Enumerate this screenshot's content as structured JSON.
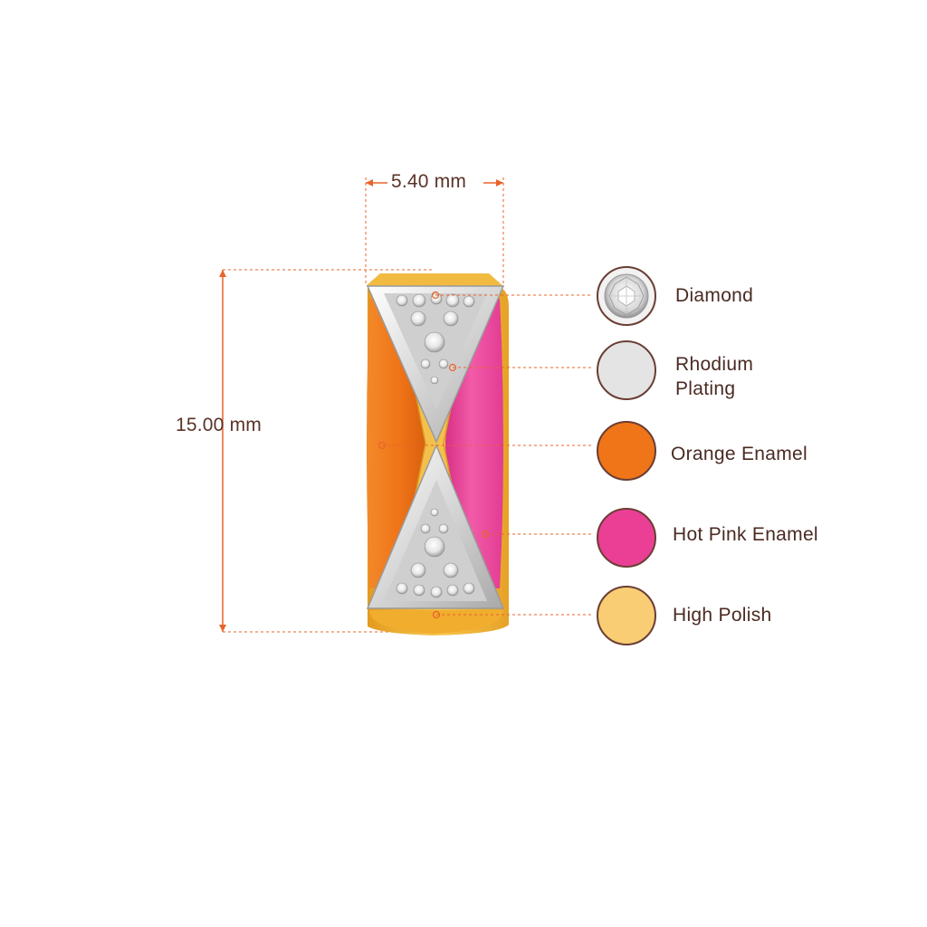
{
  "dimensions": {
    "width_label": "5.40 mm",
    "height_label": "15.00 mm"
  },
  "legend": {
    "items": [
      {
        "label": "Diamond",
        "color": "#f2f2f2",
        "icon": "diamond-swatch-icon"
      },
      {
        "label": "Rhodium Plating",
        "color": "#e4e4e4",
        "icon": "rhodium-swatch-icon"
      },
      {
        "label": "Orange Enamel",
        "color": "#f07418",
        "icon": "orange-enamel-swatch-icon"
      },
      {
        "label": "Hot Pink Enamel",
        "color": "#eb3f96",
        "icon": "pink-enamel-swatch-icon"
      },
      {
        "label": "High Polish",
        "color": "#f9cd73",
        "icon": "gold-swatch-icon"
      }
    ]
  },
  "colors": {
    "leader_line": "#e8642a",
    "swatch_border": "#6a3e34",
    "gold": "#f2b43a",
    "orange": "#f07418",
    "pink": "#eb3f96",
    "silver": "#d9d9d9"
  }
}
